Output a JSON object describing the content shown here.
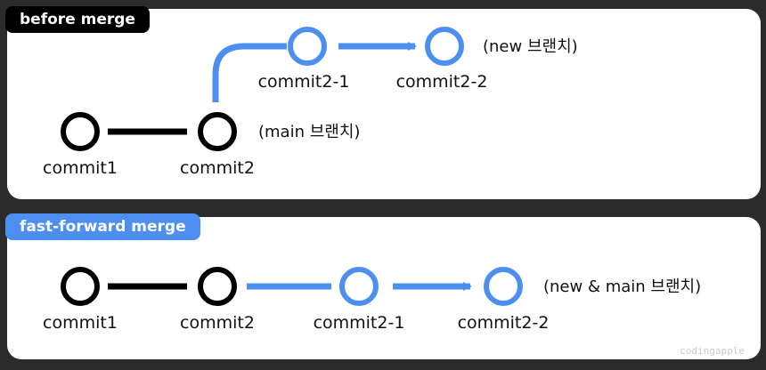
{
  "sections": {
    "before": {
      "title": "before merge"
    },
    "fast_forward": {
      "title": "fast-forward merge"
    }
  },
  "before": {
    "commits": [
      "commit1",
      "commit2",
      "commit2-1",
      "commit2-2"
    ],
    "main_branch_label": "(main 브랜치)",
    "new_branch_label": "(new 브랜치)"
  },
  "fast_forward": {
    "commits": [
      "commit1",
      "commit2",
      "commit2-1",
      "commit2-2"
    ],
    "branch_label": "(new & main 브랜치)"
  },
  "watermark": "codingapple",
  "colors": {
    "main": "#000000",
    "branch": "#4d8ff0",
    "panel": "#ffffff",
    "background": "#2b2b2b"
  }
}
